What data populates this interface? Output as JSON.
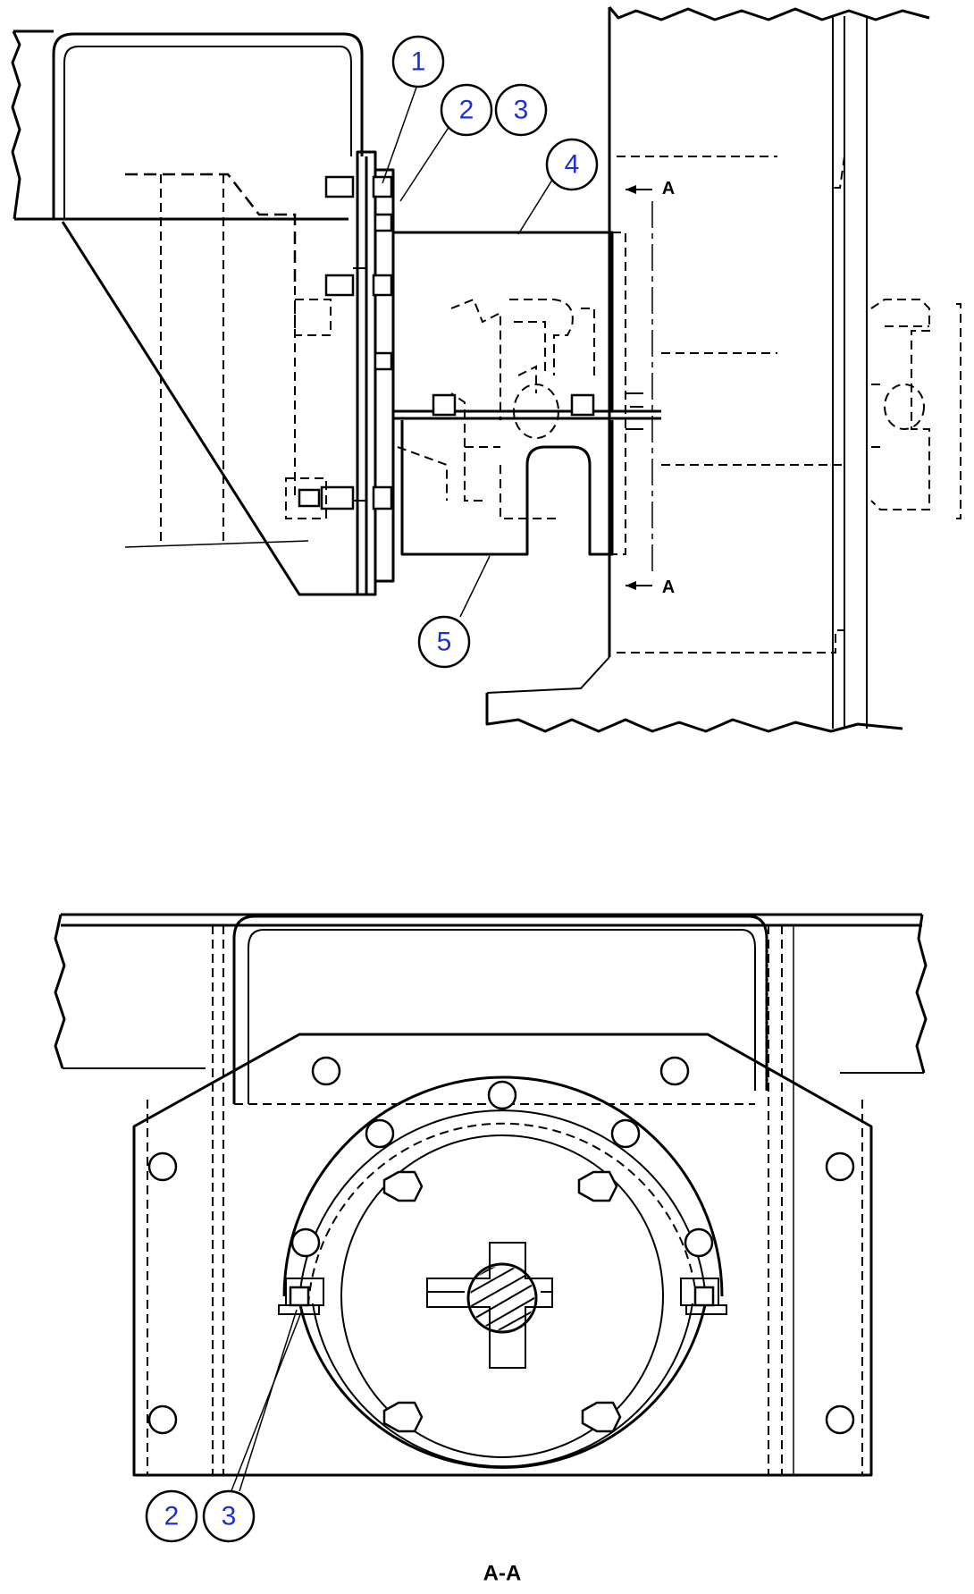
{
  "callouts_top": [
    {
      "id": "callout-1",
      "label": "1"
    },
    {
      "id": "callout-2",
      "label": "2"
    },
    {
      "id": "callout-3",
      "label": "3"
    },
    {
      "id": "callout-4",
      "label": "4"
    },
    {
      "id": "callout-5",
      "label": "5"
    }
  ],
  "callouts_bottom": [
    {
      "id": "callout-2-lower",
      "label": "2"
    },
    {
      "id": "callout-3-lower",
      "label": "3"
    }
  ],
  "section_marks": {
    "upper": "A",
    "lower": "A"
  },
  "section_view_label": "A-A",
  "colors": {
    "callout_text": "#1a2fd6",
    "line": "#000000",
    "background": "#ffffff"
  }
}
